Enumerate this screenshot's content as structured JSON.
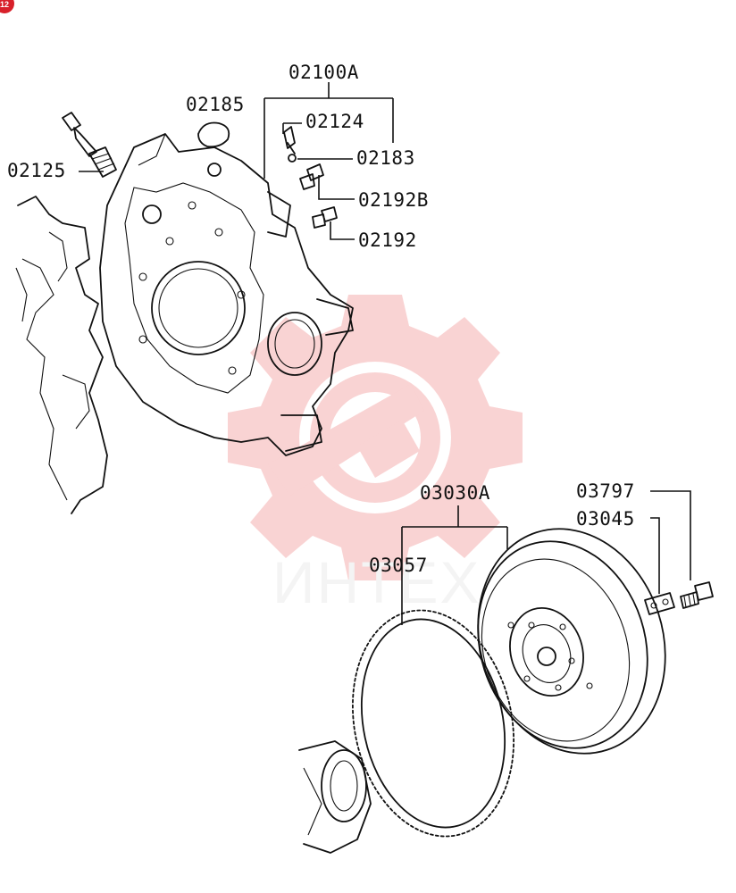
{
  "corner_badge": "12",
  "watermark": {
    "text": "ИНТЕХ",
    "color": "#e83a3a"
  },
  "labels": {
    "p02100A": "02100A",
    "p02185": "02185",
    "p02124": "02124",
    "p02183": "02183",
    "p02125": "02125",
    "p02192B": "02192B",
    "p02192": "02192",
    "p03030A": "03030A",
    "p03797": "03797",
    "p03045": "03045",
    "p03057": "03057"
  }
}
